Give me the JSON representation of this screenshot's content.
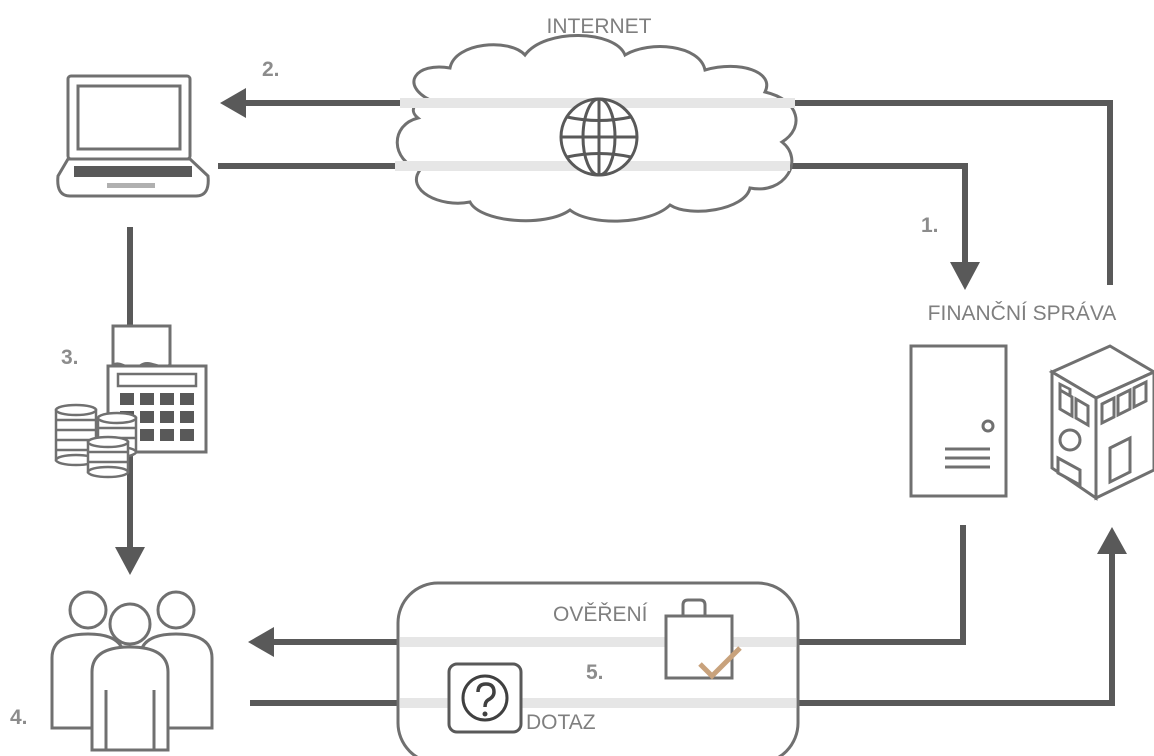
{
  "labels": {
    "internet": "INTERNET",
    "financni_sprava": "FINANČNÍ SPRÁVA",
    "overeni": "OVĚŘENÍ",
    "dotaz": "DOTAZ"
  },
  "steps": {
    "s1": "1.",
    "s2": "2.",
    "s3": "3.",
    "s4": "4.",
    "s5": "5."
  },
  "colors": {
    "line": "#595959",
    "label": "#7f7f7f",
    "step": "#8c8c8c",
    "icon_stroke": "#707070",
    "checkmark": "#c8a27c",
    "band": "#e6e6e6"
  },
  "icons": [
    "laptop-icon",
    "cloud-icon",
    "globe-icon",
    "cash-register-icon",
    "coin-stack-icon",
    "server-icon",
    "building-icon",
    "people-icon",
    "shopping-bag-icon",
    "question-icon"
  ]
}
